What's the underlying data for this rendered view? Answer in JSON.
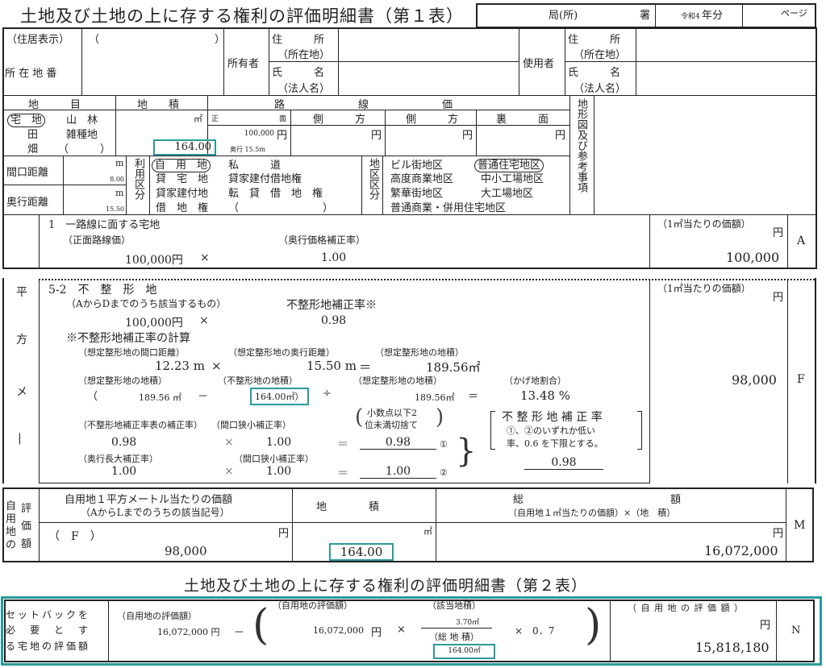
{
  "form": {
    "title_sheet1": "土地及び土地の上に存する権利の評価明細書（第１表）",
    "title_sheet2": "土地及び土地の上に存する権利の評価明細書（第２表）",
    "office_label": "局(所)",
    "office_suffix": "署",
    "year_label": "令和4",
    "year_suffix": "年分",
    "page_label": "ページ"
  },
  "header": {
    "residence_display_label": "（住居表示）",
    "residence_display_value": "（　　　　　　　　　　　）",
    "lot_number_label": "所 在 地 番",
    "owner_label": "所有者",
    "user_label": "使用者",
    "address_label_1": "住　　　所",
    "address_label_2": "（所在地）",
    "name_label_1": "氏　　　名",
    "name_label_2": "（法人名）"
  },
  "land": {
    "category_header": "地　　　目",
    "area_header": "地　　積",
    "road_price_header": "路　　　　　　　線　　　　　　　価",
    "categories_row1": [
      "宅　地",
      "山　林"
    ],
    "categories_row2": [
      "田",
      "雑種地"
    ],
    "categories_row3": [
      "畑",
      "（　　　）"
    ],
    "selected_category": "宅　地",
    "area_unit": "㎡",
    "area_value": "164.00",
    "front_label_left": "正",
    "front_label_right": "面",
    "front_price": "100,000",
    "yen": "円",
    "depth_note": "奥行 15.5m",
    "side1_label": "側　　　方",
    "side2_label": "側　　　方",
    "back_label": "裏　　　面",
    "map_reference_label": "地形図及び参考事項"
  },
  "distances": {
    "frontage_label": "間口距離",
    "frontage_unit": "m",
    "frontage_value": "8.00",
    "depth_label": "奥行距離",
    "depth_unit": "m",
    "depth_value": "15.50"
  },
  "usage": {
    "label": "利用区分",
    "col1": [
      "自　用　地",
      "貸　宅　地",
      "貸家建付地",
      "借　地　権"
    ],
    "col2": [
      "私　　　道",
      "貸家建付借地権",
      "転　貸　借　地　権",
      "（　　　　　　　　）"
    ],
    "selected": "自　用　地"
  },
  "district": {
    "label": "地区区分",
    "col1": [
      "ビル街地区",
      "高度商業地区",
      "繁華街地区",
      "普通商業・併用住宅地区"
    ],
    "col2": [
      "普通住宅地区",
      "中小工場地区",
      "大工場地区"
    ],
    "selected": "普通住宅地区"
  },
  "section_a": {
    "title": "1　一路線に面する宅地",
    "front_price_label": "（正面路線価）",
    "depth_rate_label": "（奥行価格補正率）",
    "front_price": "100,000円",
    "times": "×",
    "depth_rate": "1.00",
    "unit_price_label": "（1㎡当たりの価額）",
    "yen": "円",
    "unit_price": "100,000",
    "code": "A"
  },
  "side_label": [
    "平",
    "方",
    "メ",
    "|"
  ],
  "section_f": {
    "title": "5-2　不　整　形　地",
    "subtitle": "（AからDまでのうち該当するもの）",
    "irregular_rate_label": "不整形地補正率※",
    "base_price": "100,000円",
    "times": "×",
    "irregular_rate": "0.98",
    "calc_title": "※不整形地補正率の計算",
    "assumed_frontage_label": "（想定整形地の間口距離）",
    "assumed_depth_label": "（想定整形地の奥行距離）",
    "assumed_area_label": "（想定整形地の地積）",
    "assumed_frontage": "12.23 m",
    "assumed_depth": "15.50 m",
    "equals": "＝",
    "assumed_area": "189.56㎡",
    "irregular_area_label": "（不整形地の地積）",
    "shadow_ratio_label": "（かげ地割合）",
    "assumed_area_2": "189.56 ㎡",
    "minus": "－",
    "irregular_area": "164.00㎡）",
    "divide": "÷",
    "assumed_area_3": "189.56㎡",
    "shadow_ratio": "13.48 %",
    "open_paren": "（",
    "table_rate_label": "（不整形地補正率表の補正率）",
    "narrow_rate_label": "（間口狭小補正率）",
    "rounding_note_1": "小数点以下2",
    "rounding_note_2": "位未満切捨て",
    "table_rate": "0.98",
    "narrow_rate_1": "1.00",
    "result_1": "0.98",
    "mark_1": "①",
    "long_depth_label": "（奥行長大補正率）",
    "narrow_rate_label_2": "（間口狭小補正率）",
    "long_depth_rate": "1.00",
    "narrow_rate_2": "1.00",
    "result_2": "1.00",
    "mark_2": "②",
    "final_rate_title": "不 整 形 地 補 正 率",
    "final_rate_note_1": "①、②のいずれか低い",
    "final_rate_note_2": "率、0.6 を下限とする。",
    "final_rate": "0.98",
    "unit_price_label": "（1㎡当たりの価額）",
    "yen": "円",
    "unit_price": "98,000",
    "code": "F"
  },
  "section_m": {
    "side_label": [
      "自",
      "用",
      "地",
      "の",
      "評",
      "価",
      "額"
    ],
    "unit_price_header_1": "自用地１平方メートル当たりの価額",
    "unit_price_header_2": "（AからLまでのうちの該当記号）",
    "area_header": "地　　　　積",
    "total_header_1": "総　　　　　　　　　　　　　　額",
    "total_header_2": "（自用地１㎡当たりの価額）×（地　積）",
    "code_ref": "（　F　）",
    "yen": "円",
    "unit_price": "98,000",
    "area_unit": "㎡",
    "area": "164.00",
    "total": "16,072,000",
    "code": "M"
  },
  "section_n": {
    "label_1": "セットバックを",
    "label_2": "必　要　と　す",
    "label_3": "る宅地の評価額",
    "self_use_label": "（自用地の評価額）",
    "self_use_value": "16,072,000 円",
    "minus": "－",
    "inner_label": "（自用地の評価額）",
    "inner_value": "16,072,000",
    "yen": "円",
    "times": "×",
    "applicable_area_label": "（該当地積）",
    "applicable_area": "3.70㎡",
    "total_area_label": "（総 地 積）",
    "total_area": "164.00㎡",
    "factor": "×　0．7",
    "result_label": "（ 自 用 地 の 評 価 額 ）",
    "result_yen": "円",
    "result": "15,818,180",
    "code": "N"
  },
  "colors": {
    "highlight": "#2a9a9a",
    "line": "#222222"
  }
}
